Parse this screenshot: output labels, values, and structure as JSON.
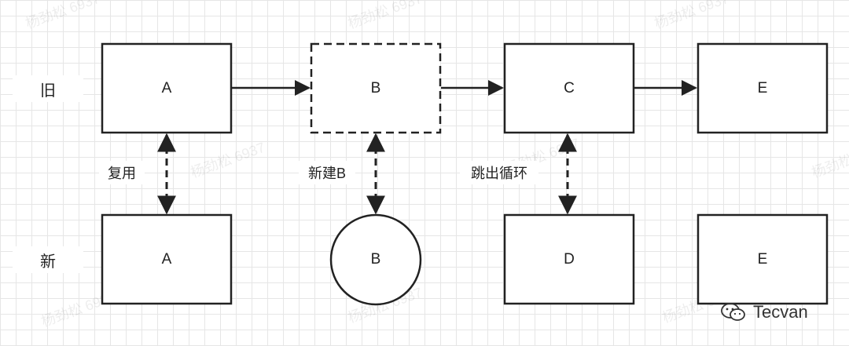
{
  "watermark_text": "杨劲松 6937",
  "row_labels": {
    "old": "旧",
    "new": "新"
  },
  "nodes_old": [
    "A",
    "B",
    "C",
    "E"
  ],
  "nodes_new": [
    "A",
    "B",
    "D",
    "E"
  ],
  "edge_labels": {
    "reuse": "复用",
    "create": "新建B",
    "break": "跳出循环"
  },
  "footer": {
    "brand": "Tecvan",
    "icon": "wechat-icon"
  }
}
